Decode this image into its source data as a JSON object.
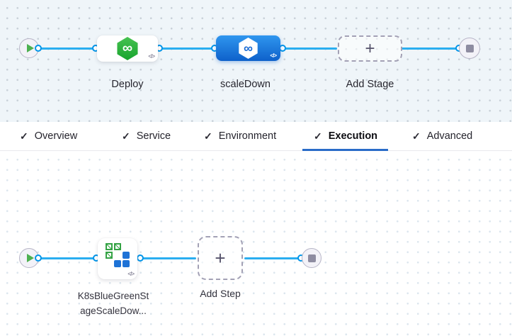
{
  "glyphs": {
    "check": "✓",
    "plus": "+",
    "infinity": "∞",
    "code": "</>"
  },
  "colors": {
    "stage_canvas_bg": "#eff5f9",
    "exec_canvas_bg": "#ffffff",
    "connector_line": "#2aaef0",
    "connector_ring": "#0094e8",
    "selected_stage_blue": "#1a7be0",
    "harness_green": "#2caf3c",
    "active_tab_underline": "#2a6cc8",
    "k8s_green": "#35a345",
    "k8s_blue": "#1e72d6"
  },
  "stage_pipeline": {
    "start_node": "play-icon",
    "end_node": "stop-icon",
    "stages": [
      {
        "name": "Deploy",
        "selected": false,
        "icon": "harness-cd-hexagon-green"
      },
      {
        "name": "scaleDown",
        "selected": true,
        "icon": "harness-cd-hexagon-white-on-blue"
      }
    ],
    "add_stage_label": "Add Stage"
  },
  "tabs": [
    {
      "label": "Overview",
      "checked": true,
      "active": false
    },
    {
      "label": "Service",
      "checked": true,
      "active": false
    },
    {
      "label": "Environment",
      "checked": true,
      "active": false
    },
    {
      "label": "Execution",
      "checked": true,
      "active": true
    },
    {
      "label": "Advanced",
      "checked": true,
      "active": false
    }
  ],
  "execution": {
    "start_node": "play-icon",
    "end_node": "stop-icon",
    "step": {
      "name_line1": "K8sBlueGreenSt",
      "name_line2": "ageScaleDow...",
      "icon": "k8s-blue-green-squares"
    },
    "add_step_label": "Add Step"
  }
}
